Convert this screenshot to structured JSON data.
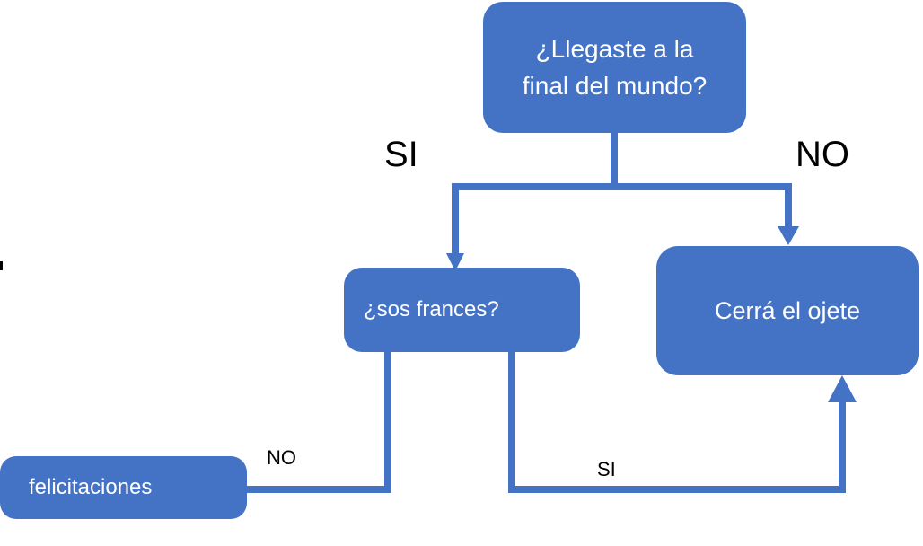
{
  "colors": {
    "node_fill": "#4472c4",
    "connector": "#4472c4",
    "node_text": "#ffffff",
    "label_text": "#000000"
  },
  "nodes": {
    "start": {
      "lines": [
        "¿Llegaste a la",
        "final del mundo?"
      ]
    },
    "question": {
      "text": "¿sos frances?"
    },
    "close": {
      "text": "Cerrá el ojete"
    },
    "congrats": {
      "text": "felicitaciones"
    }
  },
  "edges": {
    "start_to_question": {
      "label": "SI"
    },
    "start_to_close": {
      "label": "NO"
    },
    "question_to_congrats": {
      "label": "NO"
    },
    "question_to_close": {
      "label": "SI"
    }
  }
}
